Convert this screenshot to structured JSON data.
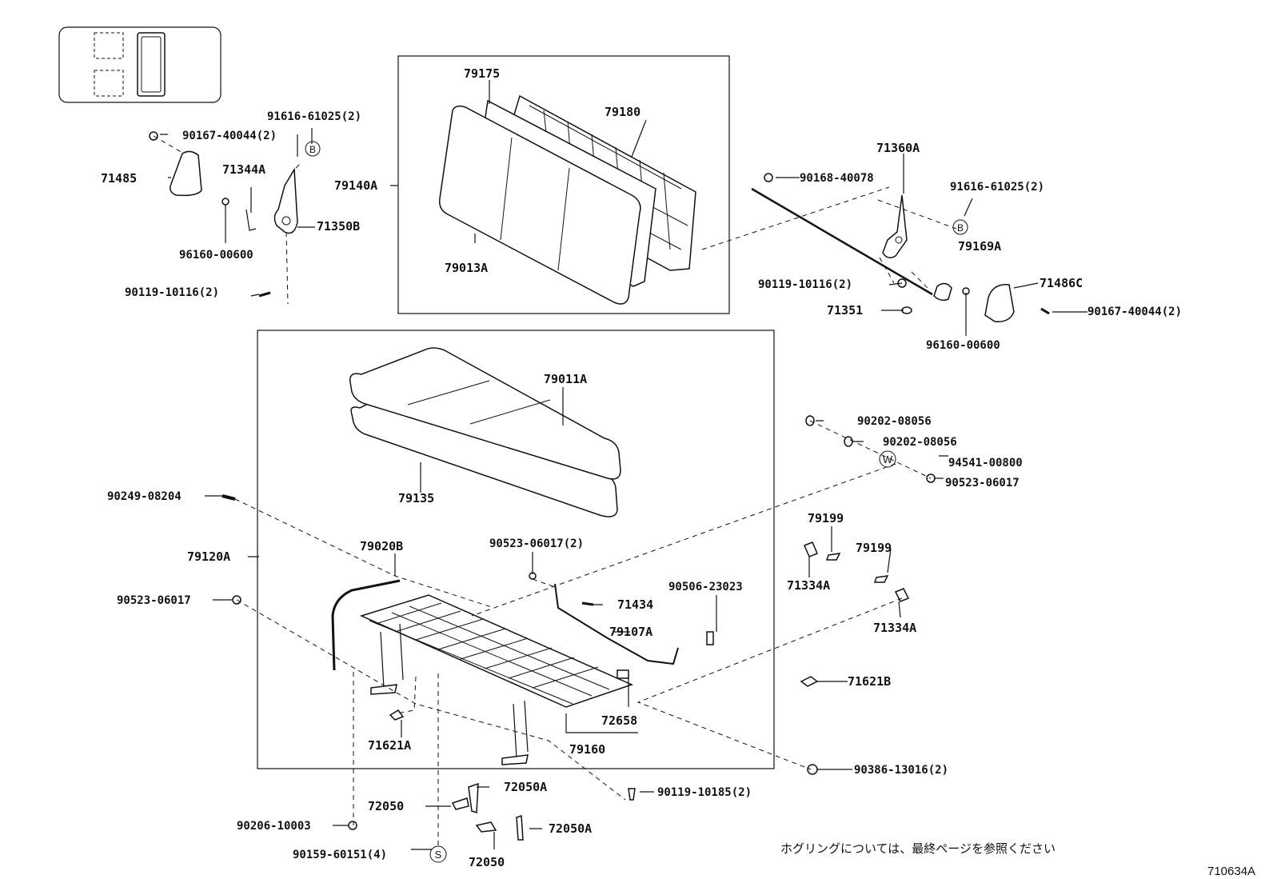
{
  "labels": {
    "p79175": "79175",
    "p79180": "79180",
    "p79140A": "79140A",
    "p79013A": "79013A",
    "p91616_l": "91616-61025(2)",
    "p90167_l": "90167-40044(2)",
    "p71485": "71485",
    "p71344A_top": "71344A",
    "p71350B": "71350B",
    "p96160_l": "96160-00600",
    "p90119_l": "90119-10116(2)",
    "p71360A": "71360A",
    "p90168": "90168-40078",
    "p91616_r": "91616-61025(2)",
    "p79169A": "79169A",
    "p90119_r": "90119-10116(2)",
    "p71486C": "71486C",
    "p71351": "71351",
    "p90167_r": "90167-40044(2)",
    "p96160_r": "96160-00600",
    "p79011A": "79011A",
    "p79135": "79135",
    "p90202_a": "90202-08056",
    "p90202_b": "90202-08056",
    "p94541": "94541-00800",
    "p90523_r": "90523-06017",
    "p79199_a": "79199",
    "p79199_b": "79199",
    "p71334A_a": "71334A",
    "p71334A_b": "71334A",
    "p71621B": "71621B",
    "p90386": "90386-13016(2)",
    "p90249": "90249-08204",
    "p79120A": "79120A",
    "p79020B": "79020B",
    "p90523_m": "90523-06017(2)",
    "p90523_l": "90523-06017",
    "p71434": "71434",
    "p90506": "90506-23023",
    "p79107A": "79107A",
    "p72658": "72658",
    "p79160": "79160",
    "p71621A": "71621A",
    "p72050_a": "72050",
    "p72050A_a": "72050A",
    "p72050A_b": "72050A",
    "p72050_b": "72050",
    "p90119_b": "90119-10185(2)",
    "p90206": "90206-10003",
    "p90159": "90159-60151(4)"
  },
  "marks": {
    "b_left": "B",
    "b_right": "B",
    "w": "W",
    "s": "S"
  },
  "note": "ホグリングについては、最終ページを参照ください",
  "figure_code": "710634A"
}
